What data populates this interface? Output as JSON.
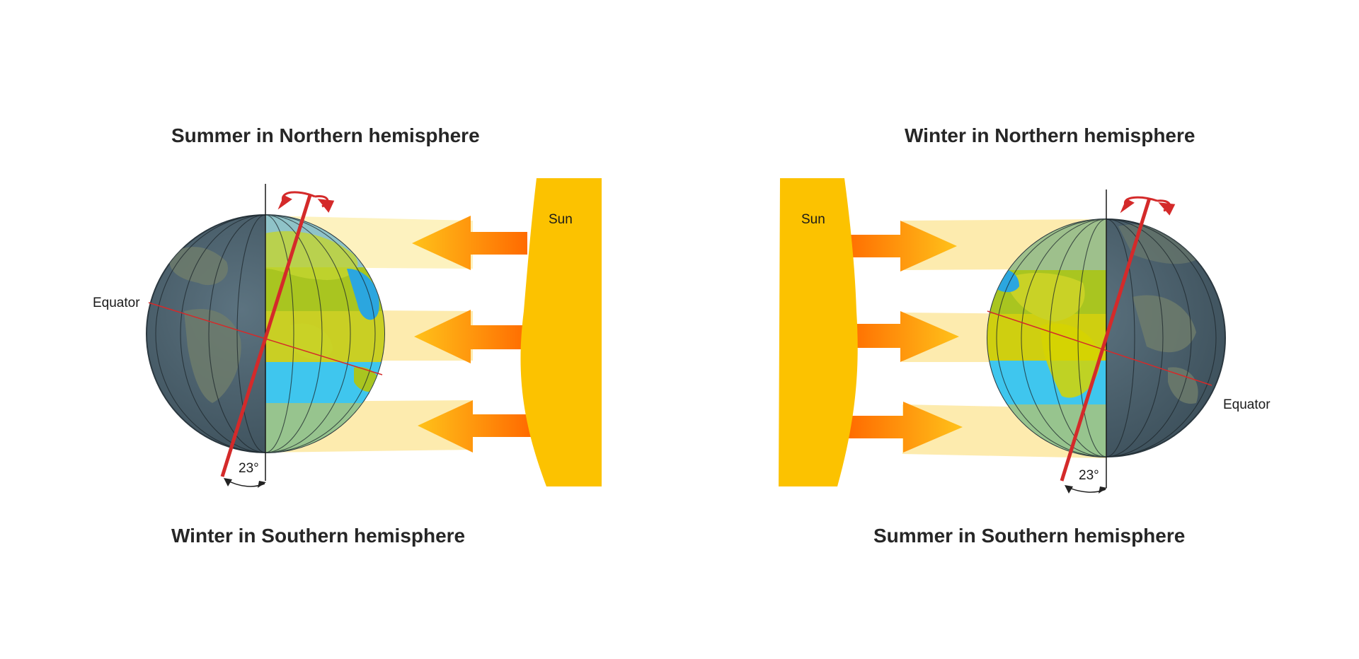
{
  "left_panel": {
    "top_title": "Summer in Northern hemisphere",
    "bottom_title": "Winter in Southern hemisphere",
    "sun_label": "Sun",
    "equator_label": "Equator",
    "tilt_label": "23°"
  },
  "right_panel": {
    "top_title": "Winter in Northern hemisphere",
    "bottom_title": "Summer in Southern hemisphere",
    "sun_label": "Sun",
    "equator_label": "Equator",
    "tilt_label": "23°"
  },
  "colors": {
    "sun": "#fcc200",
    "axis": "#d42a2a",
    "ocean_lit": "#1fa6e0",
    "land_lit": "#c9d200",
    "globe_dark": "#4a5f6b",
    "arrow_start": "#ff6a00",
    "arrow_end": "#ffc21a",
    "beam": "#fde89a"
  }
}
